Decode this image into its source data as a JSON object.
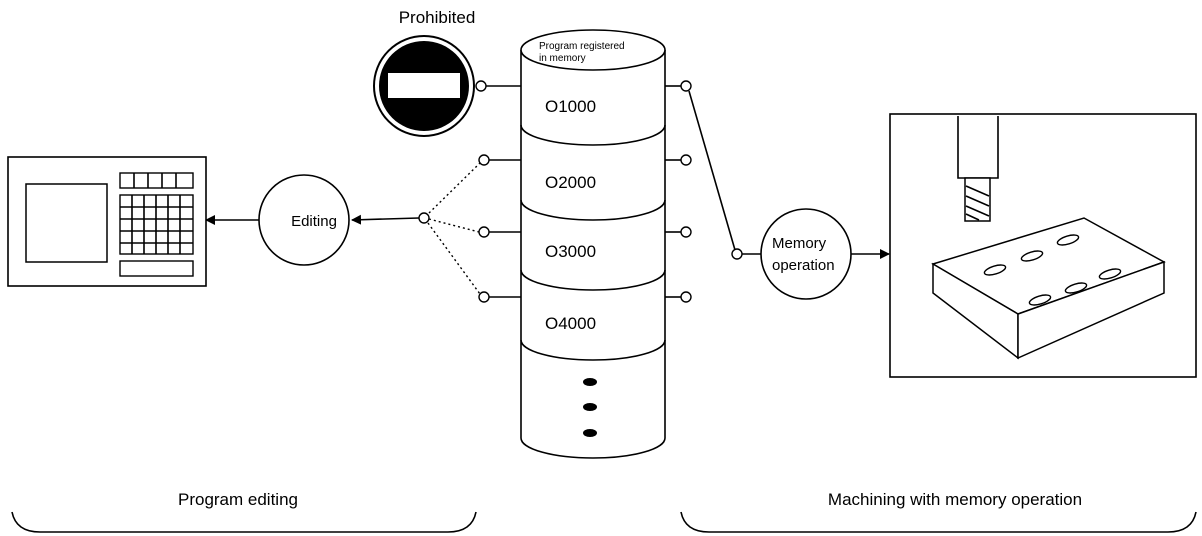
{
  "labels": {
    "prohibited": "Prohibited",
    "memory_header_line1": "Program registered",
    "memory_header_line2": "in memory",
    "editing": "Editing",
    "memory_operation_line1": "Memory",
    "memory_operation_line2": "operation",
    "program_editing": "Program editing",
    "machining": "Machining with memory operation"
  },
  "programs": [
    "O1000",
    "O2000",
    "O3000",
    "O4000"
  ],
  "icons": {
    "prohibited": "no-entry-icon",
    "cnc_panel": "cnc-control-panel-icon",
    "machining": "end-mill-workpiece-icon"
  }
}
